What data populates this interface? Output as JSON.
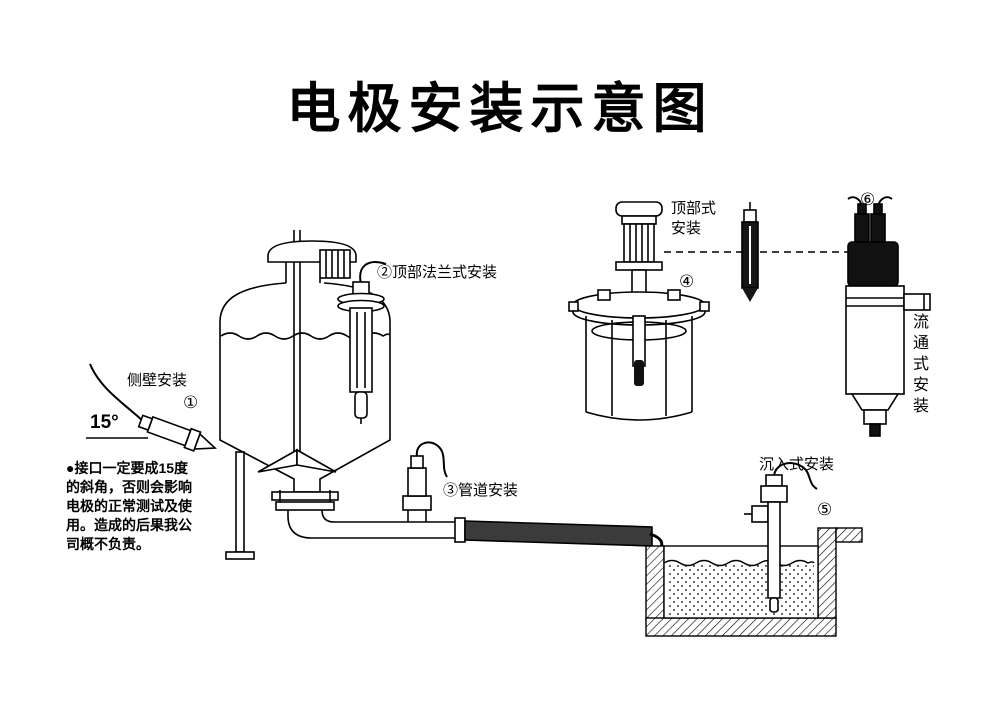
{
  "page": {
    "title": "电极安装示意图",
    "ink": "#000000",
    "background": "#ffffff"
  },
  "note": "●接口一定要成15度\n的斜角，否则会影响\n电极的正常测试及使\n用。造成的后果我公\n司概不负责。",
  "labels": {
    "side_wall": "侧壁安装",
    "num1": "①",
    "angle": "15°",
    "top_flange": "②顶部法兰式安装",
    "pipeline": "③管道安装",
    "top_type": "顶部式\n安装",
    "num4": "④",
    "submersion": "沉入式安装",
    "num5": "⑤",
    "num6": "⑥",
    "flow_type": "流\n通\n式\n安\n装"
  }
}
